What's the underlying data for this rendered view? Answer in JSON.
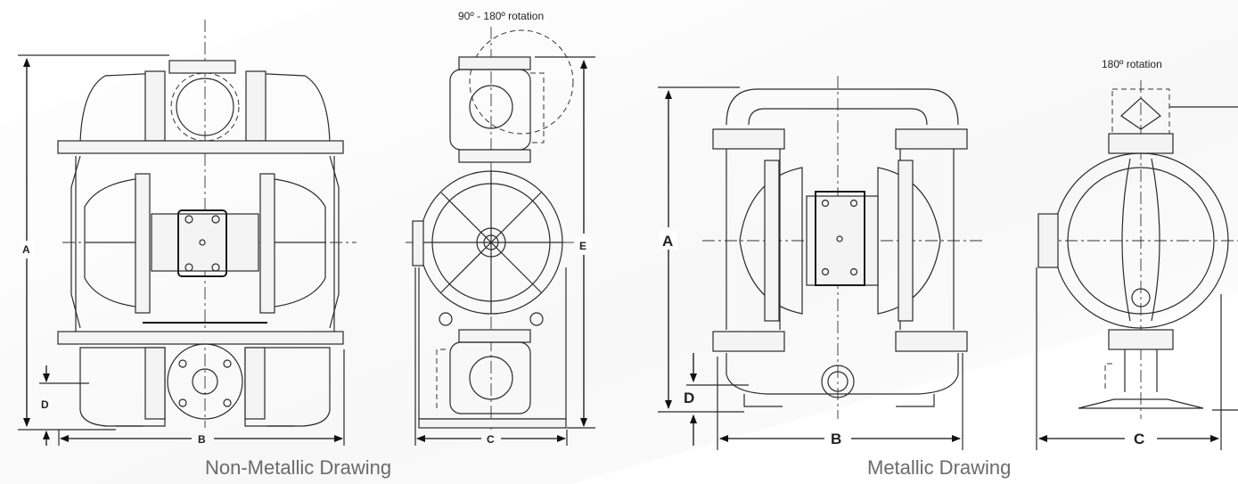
{
  "captions": {
    "non_metallic": "Non-Metallic Drawing",
    "metallic": "Metallic Drawing"
  },
  "annotations": {
    "nm_rotation": "90º - 180º rotation",
    "m_rotation": "180º rotation"
  },
  "dimension_labels": {
    "nm_a": "A",
    "nm_b": "B",
    "nm_c": "C",
    "nm_d": "D",
    "nm_e": "E",
    "m_a": "A",
    "m_b": "B",
    "m_c": "C",
    "m_d": "D"
  },
  "colors": {
    "line": "#2a2a2a",
    "caption": "#6b6b6b",
    "background": "#ffffff"
  }
}
